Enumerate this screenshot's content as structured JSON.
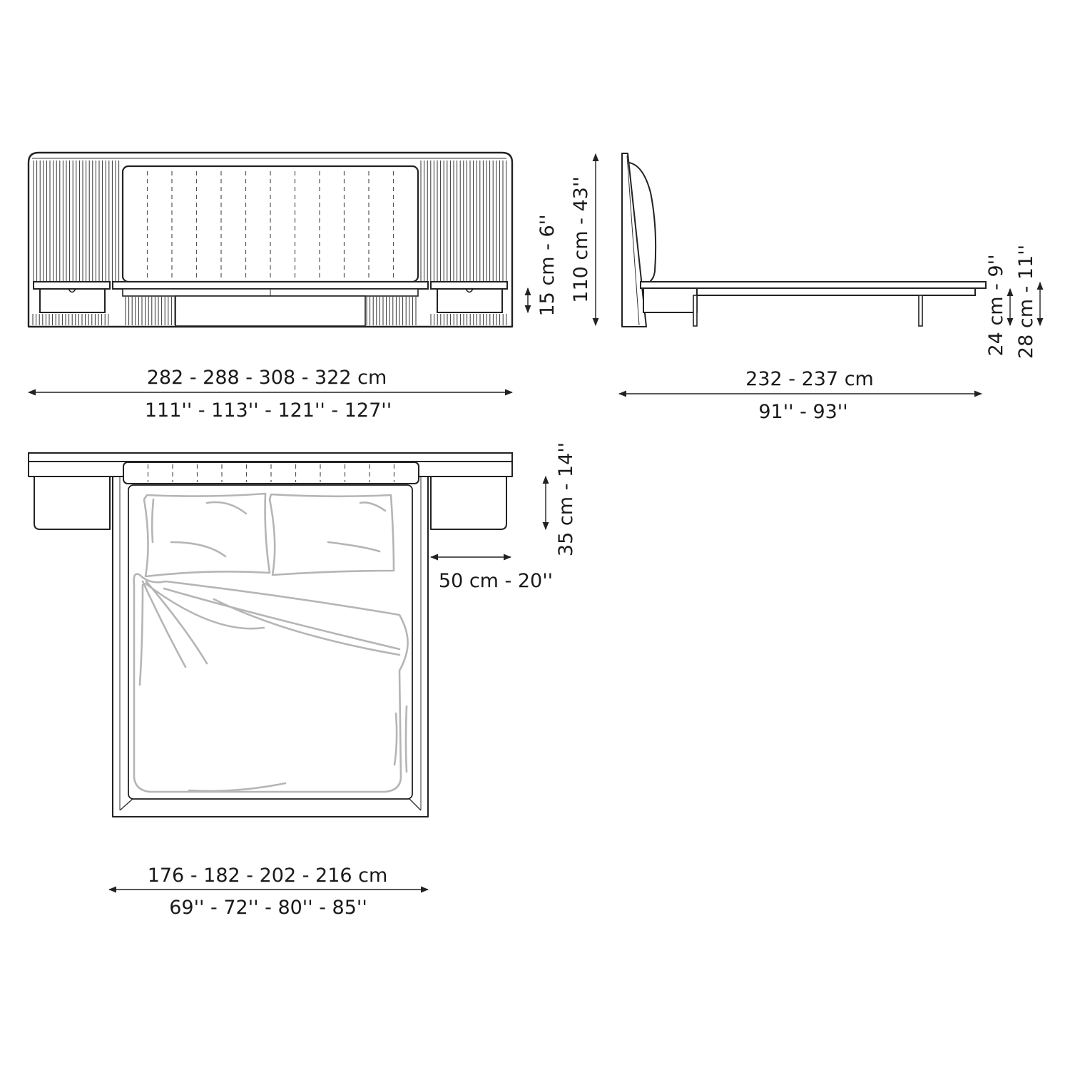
{
  "front_view": {
    "width_cm": "282 - 288 - 308 - 322 cm",
    "width_in": "111'' - 113'' - 121'' - 127''",
    "height_cm": "110 cm - 43''",
    "headboard_offset": "15 cm - 6''"
  },
  "side_view": {
    "length_cm": "232 - 237 cm",
    "length_in": "91'' - 93''",
    "frame_height": "24 cm - 9''",
    "total_height": "28 cm - 11''"
  },
  "top_view": {
    "width_cm": "176 - 182 - 202 - 216 cm",
    "width_in": "69'' - 72'' - 80'' - 85''",
    "nightstand_depth": "35 cm - 14''",
    "nightstand_width": "50 cm - 20''"
  }
}
